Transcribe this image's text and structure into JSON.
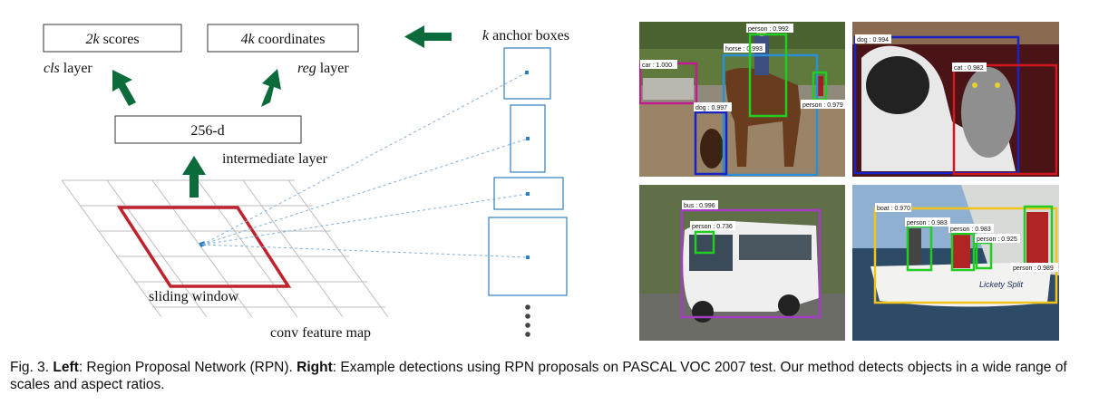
{
  "left_diagram": {
    "cls_output": {
      "label": "2k scores",
      "layer_label": "cls layer"
    },
    "reg_output": {
      "label": "4k coordinates",
      "layer_label": "reg layer"
    },
    "intermediate": {
      "label": "256-d",
      "layer_label": "intermediate layer"
    },
    "anchors_label": "k anchor boxes",
    "sliding_window_label": "sliding window",
    "feature_map_label": "conv feature map",
    "arrow_color": "#0b6b3a",
    "window_color": "#c0222e",
    "anchor_color": "#2f7fc1"
  },
  "detections": [
    {
      "scene": "horse-rider-dog-car",
      "boxes": [
        {
          "label": "car : 1.000",
          "color": "#c21b8f"
        },
        {
          "label": "horse : 0.993",
          "color": "#2a8fd6"
        },
        {
          "label": "person : 0.992",
          "color": "#22cc22"
        },
        {
          "label": "dog : 0.997",
          "color": "#1a24c4"
        },
        {
          "label": "person : 0.979",
          "color": "#22cc22"
        }
      ]
    },
    {
      "scene": "dog-cat",
      "boxes": [
        {
          "label": "dog : 0.994",
          "color": "#1a24c4"
        },
        {
          "label": "cat : 0.982",
          "color": "#d1181e"
        }
      ]
    },
    {
      "scene": "bus",
      "boxes": [
        {
          "label": "bus : 0.996",
          "color": "#a43cc4"
        },
        {
          "label": "person : 0.736",
          "color": "#22cc22"
        }
      ]
    },
    {
      "scene": "boat",
      "boxes": [
        {
          "label": "boat : 0.970",
          "color": "#f0c419"
        },
        {
          "label": "person : 0.983",
          "color": "#22cc22"
        },
        {
          "label": "person : 0.983",
          "color": "#22cc22"
        },
        {
          "label": "person : 0.925",
          "color": "#22cc22"
        },
        {
          "label": "person : 0.989",
          "color": "#22cc22"
        }
      ],
      "hull_text": "Lickety Split"
    }
  ],
  "caption": {
    "fig": "Fig. 3.",
    "left_label": "Left",
    "left_text": ": Region Proposal Network (RPN).",
    "right_label": "Right",
    "right_text": ": Example detections using RPN proposals on PASCAL VOC 2007 test. Our method detects objects in a wide range of scales and aspect ratios."
  }
}
